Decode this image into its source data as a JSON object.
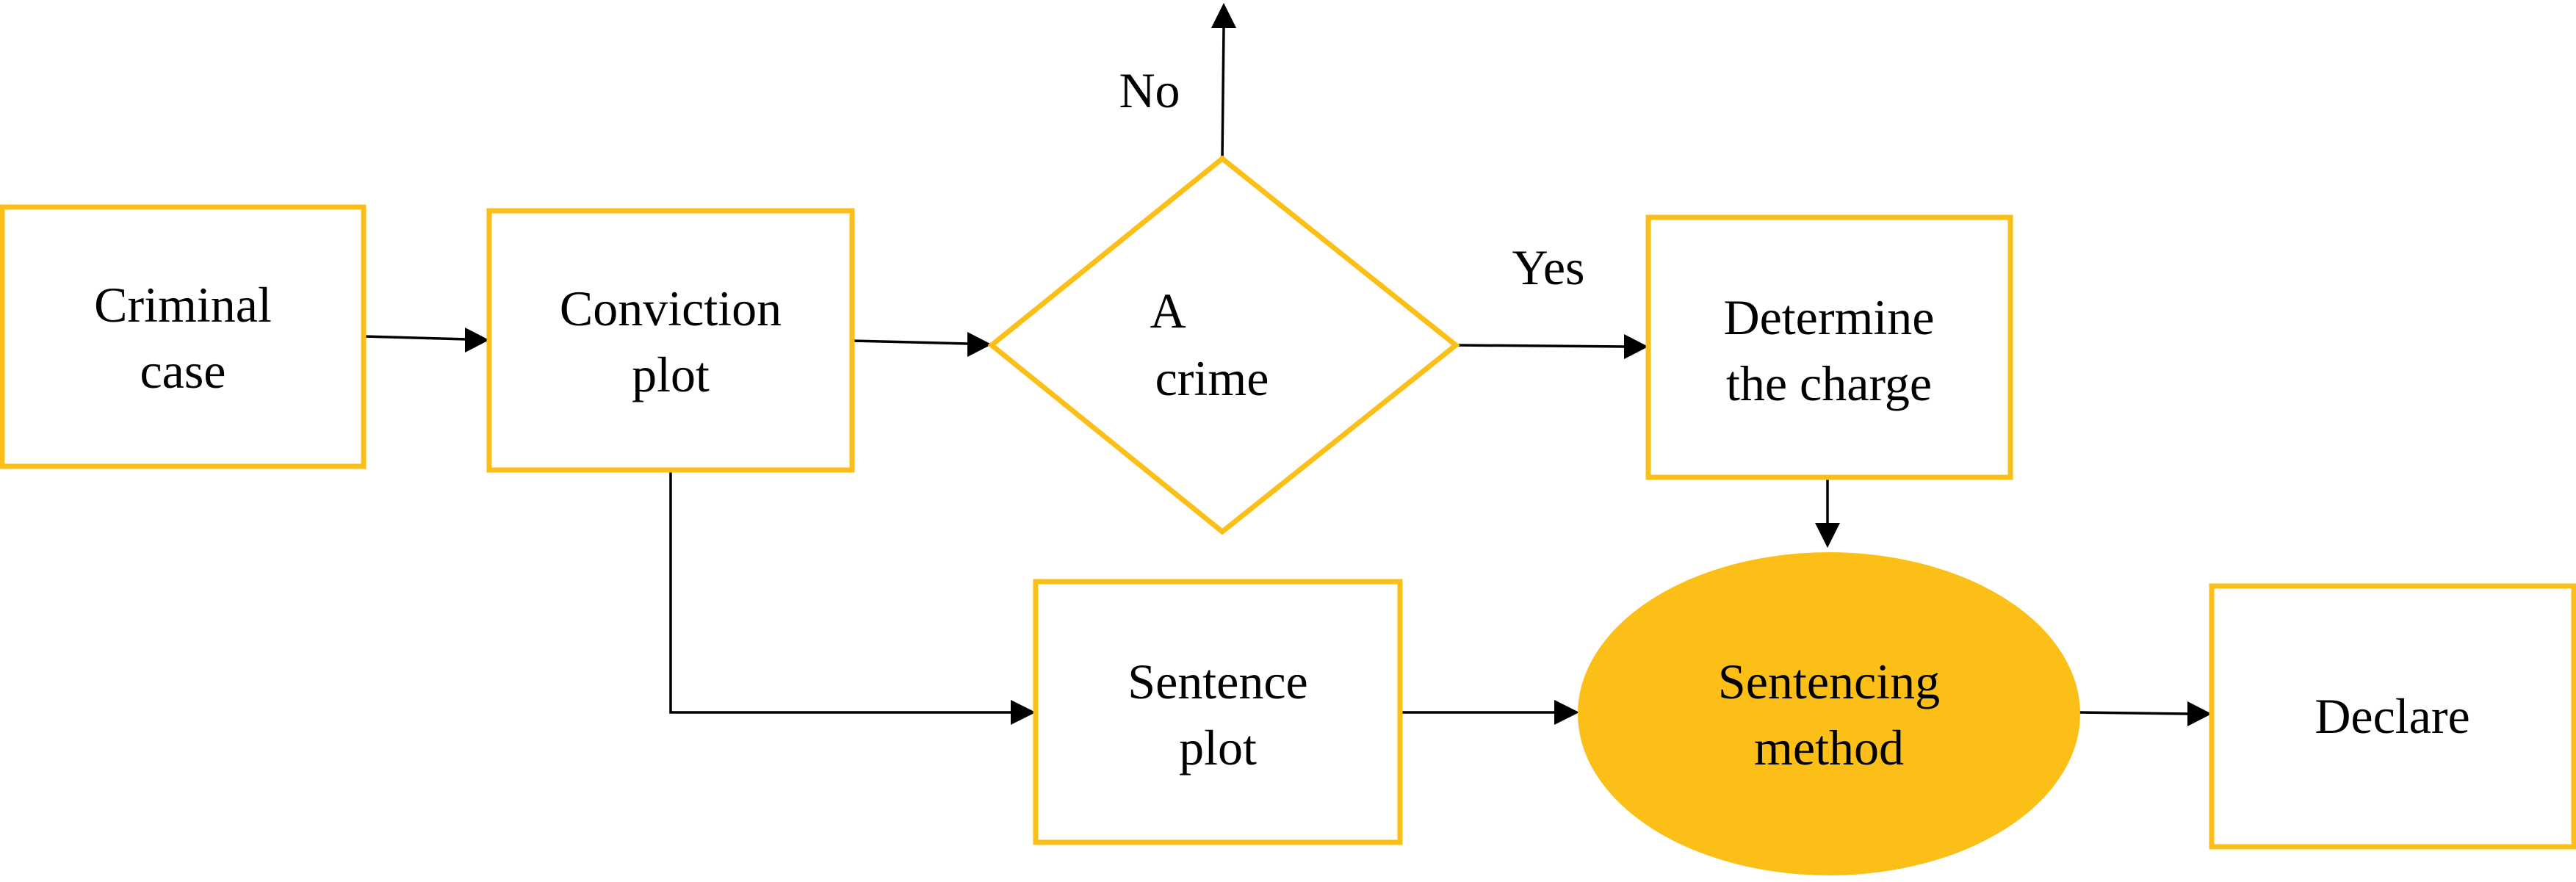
{
  "colors": {
    "outline": "#FBBF17",
    "ellipse_fill": "#FBBF17",
    "text": "#000000",
    "arrow": "#000000"
  },
  "nodes": {
    "criminal_case": {
      "shape": "rectangle",
      "line1": "Criminal",
      "line2": "case"
    },
    "conviction_plot": {
      "shape": "rectangle",
      "line1": "Conviction",
      "line2": "plot"
    },
    "a_crime": {
      "shape": "diamond",
      "line1": "A",
      "line2": "crime"
    },
    "determine_charge": {
      "shape": "rectangle",
      "line1": "Determine",
      "line2": "the charge"
    },
    "sentence_plot": {
      "shape": "rectangle",
      "line1": "Sentence",
      "line2": "plot"
    },
    "sentencing_method": {
      "shape": "ellipse",
      "line1": "Sentencing",
      "line2": "method"
    },
    "declare": {
      "shape": "rectangle",
      "line1": "Declare"
    }
  },
  "edge_labels": {
    "no": "No",
    "yes": "Yes"
  }
}
